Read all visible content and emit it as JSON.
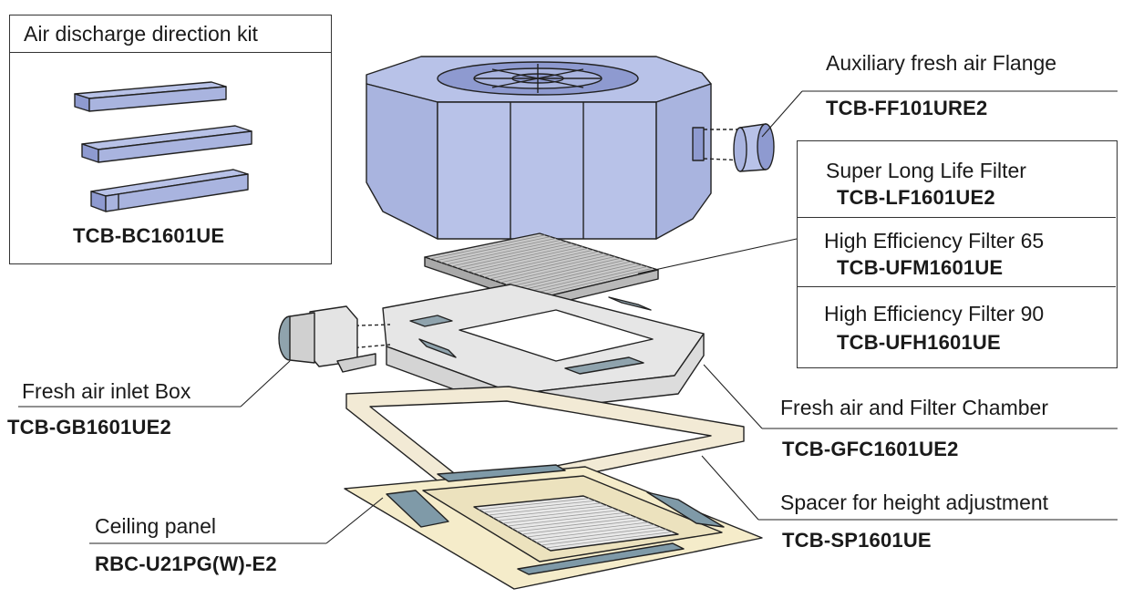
{
  "kit": {
    "title": "Air discharge direction kit",
    "code": "TCB-BC1601UE"
  },
  "callouts": {
    "flange": {
      "name": "Auxiliary fresh air Flange",
      "code": "TCB-FF101URE2"
    },
    "super_filter": {
      "name": "Super Long Life Filter",
      "code": "TCB-LF1601UE2"
    },
    "hef65": {
      "name": "High Efficiency Filter 65",
      "code": "TCB-UFM1601UE"
    },
    "hef90": {
      "name": "High Efficiency Filter 90",
      "code": "TCB-UFH1601UE"
    },
    "inlet_box": {
      "name": "Fresh air inlet Box",
      "code": "TCB-GB1601UE2"
    },
    "chamber": {
      "name": "Fresh air and Filter Chamber",
      "code": "TCB-GFC1601UE2"
    },
    "spacer": {
      "name": "Spacer for height adjustment",
      "code": "TCB-SP1601UE"
    },
    "panel": {
      "name": "Ceiling panel",
      "code": "RBC-U21PG(W)-E2"
    }
  },
  "colors": {
    "unit": "#b8c2e8",
    "unit_side": "#a9b4df",
    "unit_dark": "#8e9ad0",
    "filter": "#c9c9c9",
    "chamber": "#e6e6e6",
    "chamber_duct": "#8fa3ad",
    "spacer": "#f2ead5",
    "panel": "#f5ecca",
    "louver": "#7f9aa8",
    "line": "#222222"
  }
}
